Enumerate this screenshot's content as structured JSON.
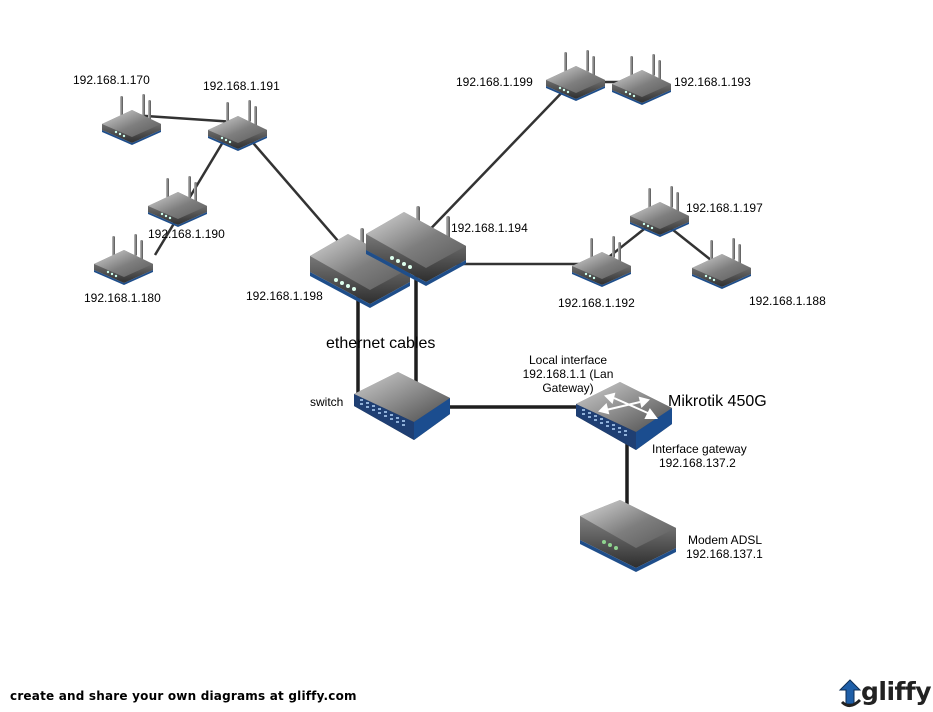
{
  "labels": {
    "ip_170": "192.168.1.170",
    "ip_191": "192.168.1.191",
    "ip_190": "192.168.1.190",
    "ip_180": "192.168.1.180",
    "ip_199": "192.168.1.199",
    "ip_193": "192.168.1.193",
    "ip_194": "192.168.1.194",
    "ip_198": "192.168.1.198",
    "ip_197": "192.168.1.197",
    "ip_192": "192.168.1.192",
    "ip_188": "192.168.1.188",
    "ethernet": "ethernet cables",
    "switch": "switch",
    "local_interface": [
      "Local interface",
      "192.168.1.1 (Lan",
      "Gateway)"
    ],
    "mikrotik": "Mikrotik 450G",
    "interface_gateway": [
      "Interface gateway",
      "192.168.137.2"
    ],
    "modem": [
      "Modem ADSL",
      "192.168.137.1"
    ]
  },
  "footer": {
    "text": "create and share your own diagrams at gliffy.com",
    "brand": "gliffy"
  },
  "colors": {
    "line": "#333333",
    "device_top": "#8a8a8a",
    "device_dark": "#3c3c3c",
    "stripe": "#1f4e8a"
  }
}
